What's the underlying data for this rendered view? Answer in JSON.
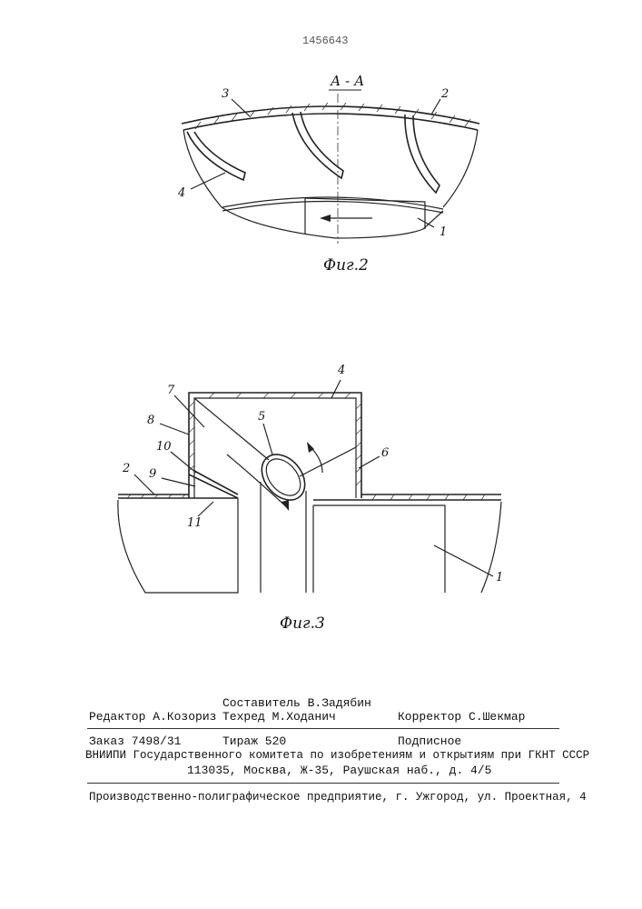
{
  "header": {
    "patent_number": "1456643"
  },
  "fig2": {
    "section_label": "А - А",
    "caption": "Фиг.2",
    "labels": {
      "l3": "3",
      "l2": "2",
      "l4": "4",
      "l1": "1"
    }
  },
  "fig3": {
    "caption": "Фиг.3",
    "labels": {
      "l4": "4",
      "l7": "7",
      "l8": "8",
      "l5": "5",
      "l10": "10",
      "l6": "6",
      "l2": "2",
      "l9": "9",
      "l11": "11",
      "l1": "1"
    }
  },
  "footer": {
    "compiler": "Составитель В.Задябин",
    "editor": "Редактор А.Козориз",
    "techred": "Техред   М.Ходанич",
    "corrector": "Корректор С.Шекмар",
    "order": "Заказ 7498/31",
    "circulation": "Тираж 520",
    "subscription": "Подписное",
    "org": "ВНИИПИ Государственного комитета по изобретениям и открытиям при ГКНТ СССР",
    "address": "113035, Москва, Ж-35, Раушская наб., д. 4/5",
    "printer": "Производственно-полиграфическое предприятие, г. Ужгород, ул. Проектная, 4"
  }
}
